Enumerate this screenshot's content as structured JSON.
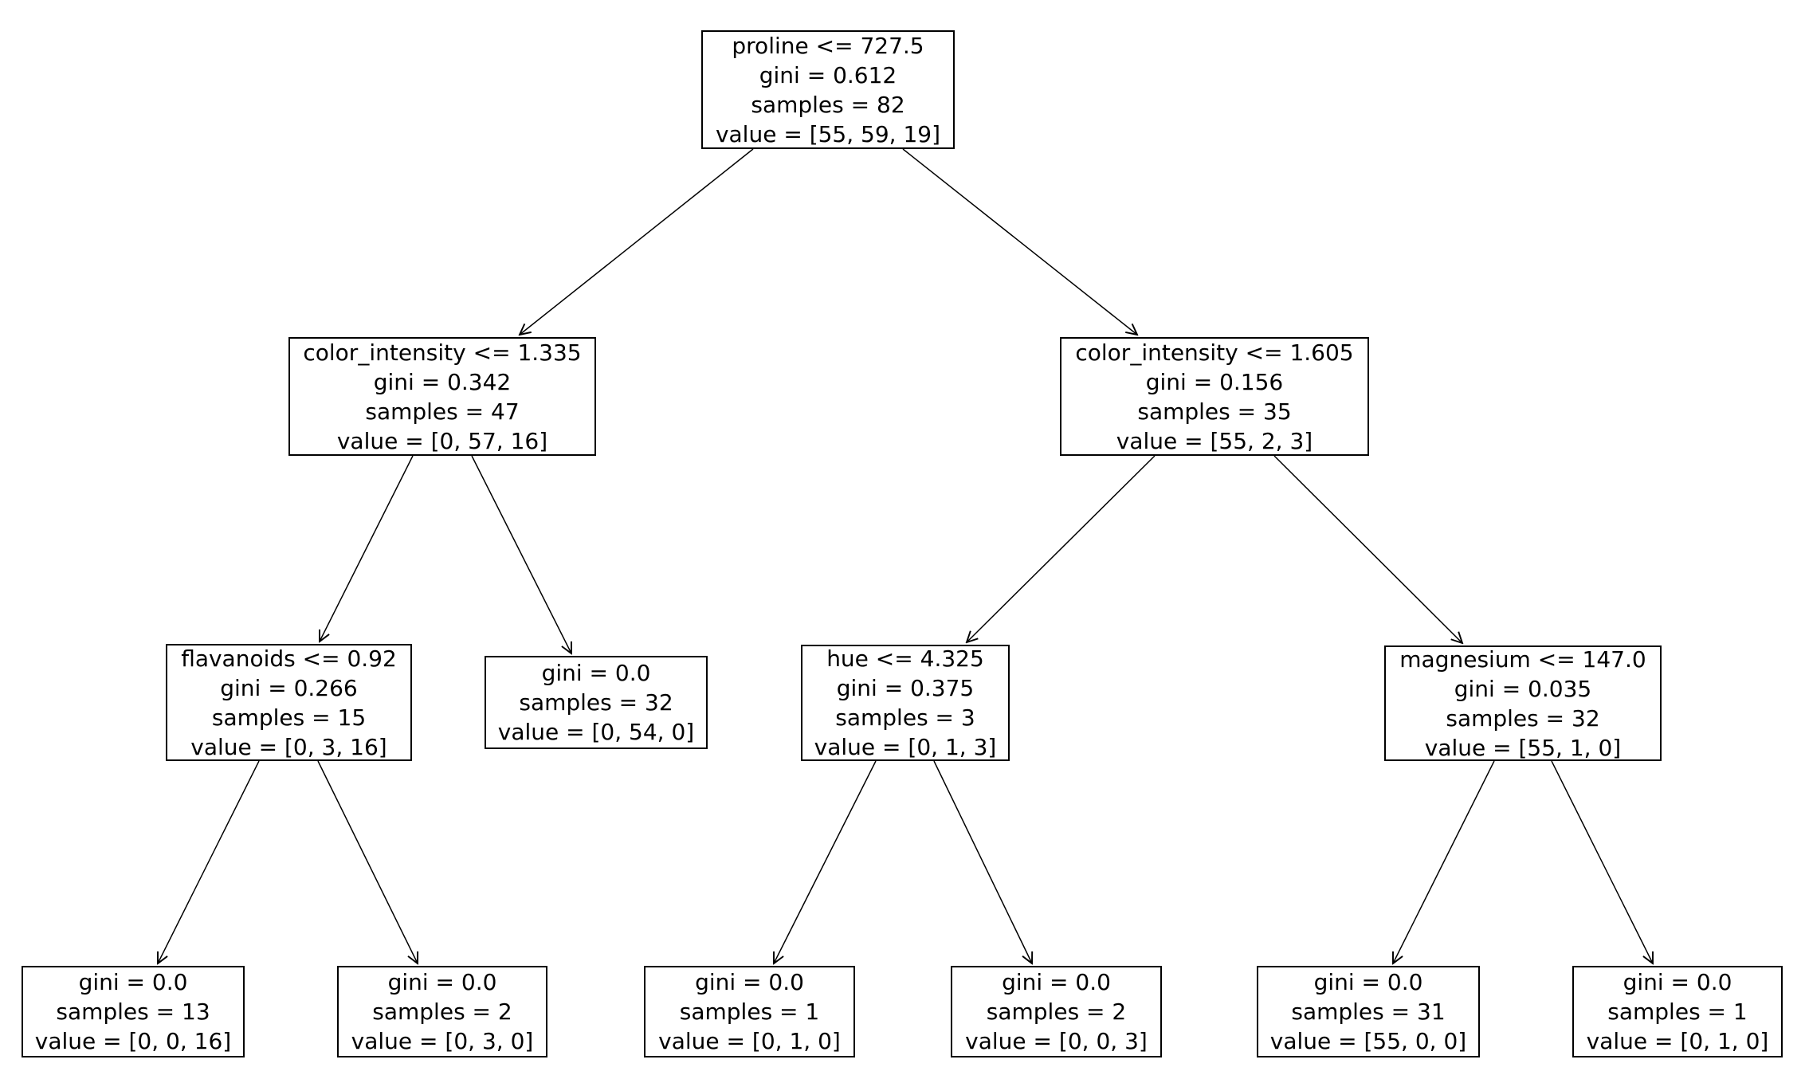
{
  "figure": {
    "background_color": "#ffffff",
    "line_color": "#000000",
    "text_color": "#000000",
    "type": "decision-tree-plot"
  },
  "tree": {
    "nodes": [
      {
        "id": "root",
        "depth": 0,
        "condition": "proline <= 727.5",
        "gini": "gini = 0.612",
        "samples": "samples = 82",
        "value": "value = [55, 59, 19]"
      },
      {
        "id": "d1-left",
        "depth": 1,
        "condition": "color_intensity <= 1.335",
        "gini": "gini = 0.342",
        "samples": "samples = 47",
        "value": "value = [0, 57, 16]"
      },
      {
        "id": "d1-right",
        "depth": 1,
        "condition": "color_intensity <= 1.605",
        "gini": "gini = 0.156",
        "samples": "samples = 35",
        "value": "value = [55, 2, 3]"
      },
      {
        "id": "d2-flavanoids",
        "depth": 2,
        "condition": "flavanoids <= 0.92",
        "gini": "gini = 0.266",
        "samples": "samples = 15",
        "value": "value = [0, 3, 16]"
      },
      {
        "id": "d2-leaf",
        "depth": 2,
        "gini": "gini = 0.0",
        "samples": "samples = 32",
        "value": "value = [0, 54, 0]"
      },
      {
        "id": "d2-hue",
        "depth": 2,
        "condition": "hue <= 4.325",
        "gini": "gini = 0.375",
        "samples": "samples = 3",
        "value": "value = [0, 1, 3]"
      },
      {
        "id": "d2-magnesium",
        "depth": 2,
        "condition": "magnesium <= 147.0",
        "gini": "gini = 0.035",
        "samples": "samples = 32",
        "value": "value = [55, 1, 0]"
      },
      {
        "id": "leaf-1",
        "depth": 3,
        "gini": "gini = 0.0",
        "samples": "samples = 13",
        "value": "value = [0, 0, 16]"
      },
      {
        "id": "leaf-2",
        "depth": 3,
        "gini": "gini = 0.0",
        "samples": "samples = 2",
        "value": "value = [0, 3, 0]"
      },
      {
        "id": "leaf-3",
        "depth": 3,
        "gini": "gini = 0.0",
        "samples": "samples = 1",
        "value": "value = [0, 1, 0]"
      },
      {
        "id": "leaf-4",
        "depth": 3,
        "gini": "gini = 0.0",
        "samples": "samples = 2",
        "value": "value = [0, 0, 3]"
      },
      {
        "id": "leaf-5",
        "depth": 3,
        "gini": "gini = 0.0",
        "samples": "samples = 31",
        "value": "value = [55, 0, 0]"
      },
      {
        "id": "leaf-6",
        "depth": 3,
        "gini": "gini = 0.0",
        "samples": "samples = 1",
        "value": "value = [0, 1, 0]"
      }
    ],
    "edges": [
      {
        "from": "root",
        "to": "d1-left"
      },
      {
        "from": "root",
        "to": "d1-right"
      },
      {
        "from": "d1-left",
        "to": "d2-flavanoids"
      },
      {
        "from": "d1-left",
        "to": "d2-leaf"
      },
      {
        "from": "d1-right",
        "to": "d2-hue"
      },
      {
        "from": "d1-right",
        "to": "d2-magnesium"
      },
      {
        "from": "d2-flavanoids",
        "to": "leaf-1"
      },
      {
        "from": "d2-flavanoids",
        "to": "leaf-2"
      },
      {
        "from": "d2-hue",
        "to": "leaf-3"
      },
      {
        "from": "d2-hue",
        "to": "leaf-4"
      },
      {
        "from": "d2-magnesium",
        "to": "leaf-5"
      },
      {
        "from": "d2-magnesium",
        "to": "leaf-6"
      }
    ]
  }
}
